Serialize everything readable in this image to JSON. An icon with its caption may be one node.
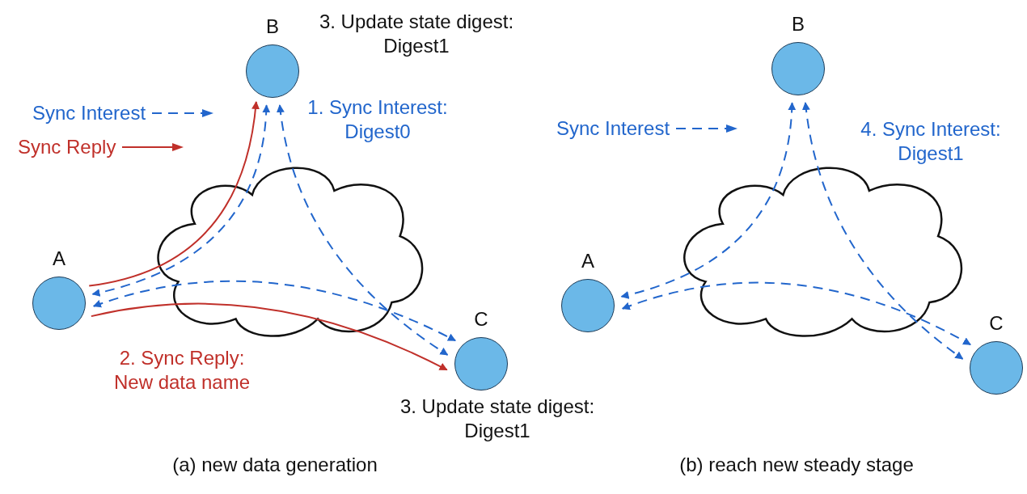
{
  "diagram": {
    "nodes": [
      {
        "text": [
          "B"
        ],
        "beside": [
          "3. Update state digest: Digest1"
        ]
      },
      {
        "text": [
          "A"
        ]
      },
      {
        "text": [
          "C"
        ],
        "beside": [
          "3. Update state digest: Digest1"
        ]
      },
      {
        "text": [
          "B"
        ]
      },
      {
        "text": [
          "A"
        ]
      },
      {
        "text": [
          "C"
        ]
      }
    ],
    "edges": [
      {
        "from": 0,
        "to": 1,
        "arrow": "both",
        "style": "dashed"
      },
      {
        "from": 0,
        "to": 2,
        "arrow": "both",
        "style": "dashed"
      },
      {
        "from": 1,
        "to": 2,
        "arrow": "both",
        "style": "dashed"
      },
      {
        "from": 1,
        "to": 0,
        "arrow": "to",
        "color": "#c0302a"
      },
      {
        "from": 1,
        "to": 2,
        "arrow": "to",
        "color": "#c0302a"
      },
      {
        "from": 3,
        "to": 4,
        "arrow": "both",
        "style": "dashed"
      },
      {
        "from": 3,
        "to": 5,
        "arrow": "both",
        "style": "dashed"
      },
      {
        "from": 4,
        "to": 5,
        "arrow": "both",
        "style": "dashed"
      }
    ],
    "labels": [
      "1. Sync Interest: Digest0",
      "4. Sync Interest: Digest1",
      "2. Sync Reply: New data name",
      "(a) new data generation",
      "(b) reach new steady stage"
    ],
    "legend": [
      {
        "text": "Sync Interest"
      },
      {
        "text": "Sync Reply"
      },
      {
        "text": "Sync Interest"
      }
    ]
  }
}
